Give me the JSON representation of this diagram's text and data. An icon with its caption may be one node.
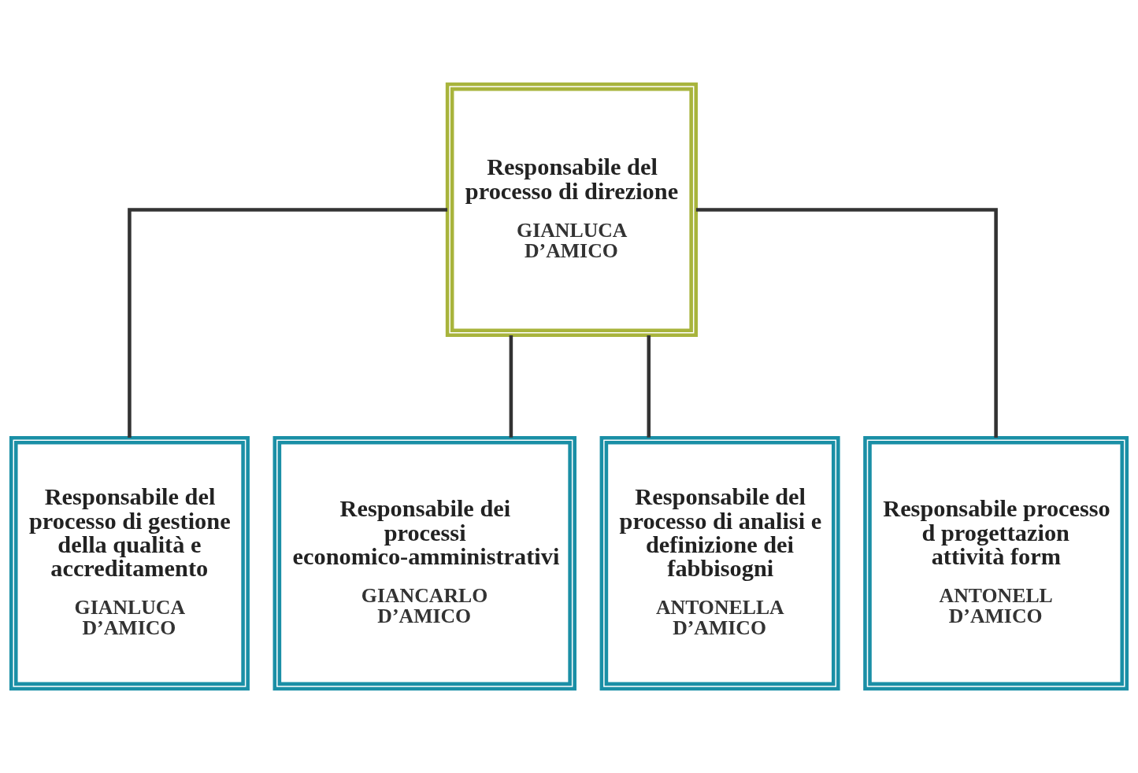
{
  "diagram": {
    "nodes": [
      {
        "text": [
          "Responsabile del processo di direzione",
          "GIANLUCA D’AMICO"
        ]
      },
      {
        "text": [
          "Responsabile del processo di gestione della qualità e accreditamento",
          "GIANLUCA D’AMICO"
        ]
      },
      {
        "text": [
          "Responsabile dei processi economico-amministrativi",
          "GIANCARLO D’AMICO"
        ]
      },
      {
        "text": [
          "Responsabile del processo di analisi e definizione dei fabbisogni",
          "ANTONELLA D’AMICO"
        ]
      },
      {
        "text": [
          "Responsabile processo d progettazion attività form",
          "ANTONELL D’AMICO"
        ]
      }
    ],
    "edges": [
      {
        "from": 0,
        "to": 1,
        "arrow": "none"
      },
      {
        "from": 0,
        "to": 2,
        "arrow": "none"
      },
      {
        "from": 0,
        "to": 3,
        "arrow": "none"
      },
      {
        "from": 0,
        "to": 4,
        "arrow": "none"
      }
    ]
  }
}
